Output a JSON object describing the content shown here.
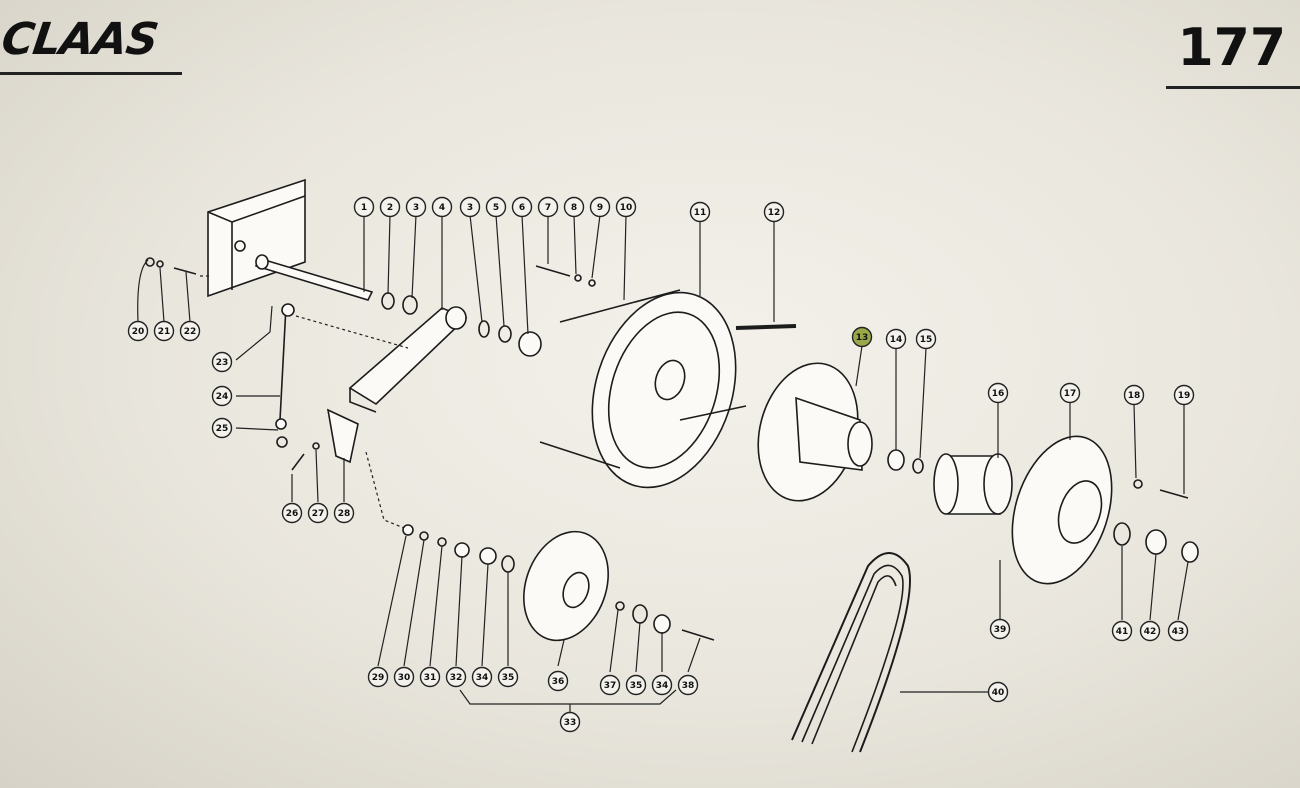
{
  "header": {
    "brand": "CLAAS",
    "page_number": "177"
  },
  "callouts": [
    {
      "label": "1"
    },
    {
      "label": "2"
    },
    {
      "label": "3"
    },
    {
      "label": "4"
    },
    {
      "label": "3"
    },
    {
      "label": "5"
    },
    {
      "label": "6"
    },
    {
      "label": "7"
    },
    {
      "label": "8"
    },
    {
      "label": "9"
    },
    {
      "label": "10"
    },
    {
      "label": "11"
    },
    {
      "label": "12"
    },
    {
      "label": "13",
      "highlight": true
    },
    {
      "label": "14"
    },
    {
      "label": "15"
    },
    {
      "label": "16"
    },
    {
      "label": "17"
    },
    {
      "label": "18"
    },
    {
      "label": "19"
    },
    {
      "label": "20"
    },
    {
      "label": "21"
    },
    {
      "label": "22"
    },
    {
      "label": "23"
    },
    {
      "label": "24"
    },
    {
      "label": "25"
    },
    {
      "label": "26"
    },
    {
      "label": "27"
    },
    {
      "label": "28"
    },
    {
      "label": "29"
    },
    {
      "label": "30"
    },
    {
      "label": "31"
    },
    {
      "label": "32"
    },
    {
      "label": "34"
    },
    {
      "label": "35"
    },
    {
      "label": "36"
    },
    {
      "label": "37"
    },
    {
      "label": "35"
    },
    {
      "label": "34"
    },
    {
      "label": "38"
    },
    {
      "label": "33"
    },
    {
      "label": "39"
    },
    {
      "label": "40"
    },
    {
      "label": "41"
    },
    {
      "label": "42"
    },
    {
      "label": "43"
    }
  ],
  "colors": {
    "highlight": "#9aa84a",
    "ink": "#1c1c1c"
  }
}
